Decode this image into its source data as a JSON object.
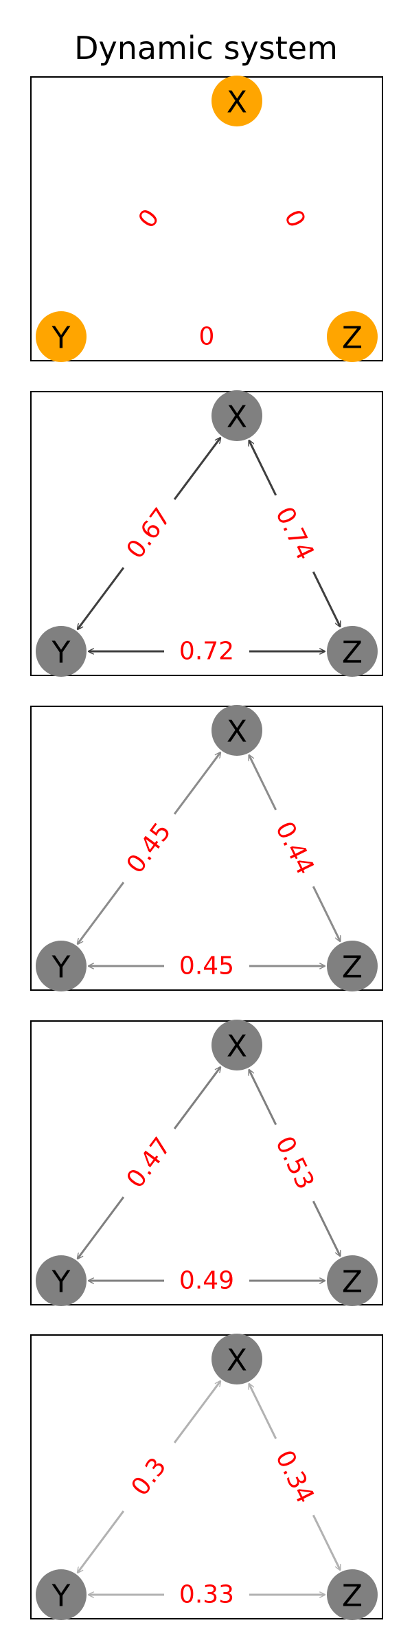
{
  "title": "Dynamic system",
  "colors": {
    "highlight_node": "#FFA500",
    "default_node": "#808080",
    "weight_label": "#FF0000",
    "frame": "#000000"
  },
  "panels": [
    {
      "highlighted": true,
      "nodes": [
        "X",
        "Y",
        "Z"
      ],
      "edge_color": null,
      "edges": {
        "XY": "0",
        "XZ": "0",
        "YZ": "0"
      }
    },
    {
      "highlighted": false,
      "nodes": [
        "X",
        "Y",
        "Z"
      ],
      "edge_color": "#3f3f3f",
      "edges": {
        "XY": "0.67",
        "XZ": "0.74",
        "YZ": "0.72"
      }
    },
    {
      "highlighted": false,
      "nodes": [
        "X",
        "Y",
        "Z"
      ],
      "edge_color": "#8c8c8c",
      "edges": {
        "XY": "0.45",
        "XZ": "0.44",
        "YZ": "0.45"
      }
    },
    {
      "highlighted": false,
      "nodes": [
        "X",
        "Y",
        "Z"
      ],
      "edge_color": "#7f7f7f",
      "edges": {
        "XY": "0.47",
        "XZ": "0.53",
        "YZ": "0.49"
      }
    },
    {
      "highlighted": false,
      "nodes": [
        "X",
        "Y",
        "Z"
      ],
      "edge_color": "#b2b2b2",
      "edges": {
        "XY": "0.3",
        "XZ": "0.34",
        "YZ": "0.33"
      }
    }
  ]
}
